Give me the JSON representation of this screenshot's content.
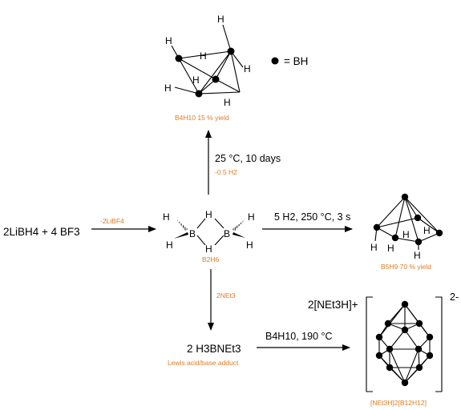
{
  "legend": {
    "dot_label": "= BH"
  },
  "center": {
    "reactants": "2LiBH4 + 4 BF3",
    "byproduct": "-2LiBF4",
    "product_label": "B2H6"
  },
  "top_path": {
    "conditions": "25 °C, 10 days",
    "byproduct": "-0.5 H2",
    "product_label": "B4H10 15 % yield"
  },
  "right_path": {
    "conditions": "5 H2, 250 °C, 3 s",
    "product_label": "B5H9 70 % yield"
  },
  "down_path": {
    "reagent": "2NEt3",
    "product": "2 H3BNEt3",
    "product_label": "Lewis acid/base adduct"
  },
  "final_path": {
    "conditions": "B4H10, 190 °C",
    "cation": "2[NEt3H]+",
    "charge": "2-",
    "product_label": "[NEt3H]2[B12H12]"
  },
  "colors": {
    "annotation": "#E07B24",
    "text": "#000000"
  }
}
